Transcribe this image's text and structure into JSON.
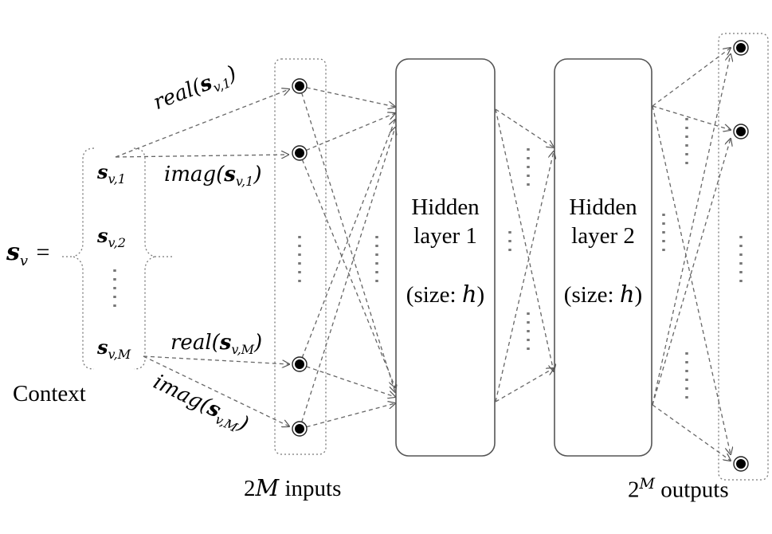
{
  "context": {
    "sv_lhs": "s",
    "sv_lhs_sub": "v",
    "equals": "=",
    "entries": [
      {
        "base": "s",
        "sub": "v,1"
      },
      {
        "base": "s",
        "sub": "v,2"
      },
      {
        "base": "s",
        "sub": "v,M"
      }
    ],
    "vdots": "⋮",
    "label": "Context"
  },
  "edges": {
    "real1": {
      "fn": "real(",
      "base": "s",
      "sub": "v,1",
      "close": ")"
    },
    "imag1": {
      "fn": "imag(",
      "base": "s",
      "sub": "v,1",
      "close": ")"
    },
    "realM": {
      "fn": "real(",
      "base": "s",
      "sub": "v,M",
      "close": ")"
    },
    "imagM": {
      "fn": "imag(",
      "base": "s",
      "sub": "v,M",
      "close": ")"
    }
  },
  "inputs": {
    "label_num": "2",
    "label_var": "M",
    "label_text": " inputs"
  },
  "hidden1": {
    "line1": "Hidden",
    "line2": "layer 1",
    "size_prefix": "(size: ",
    "size_var": "h",
    "size_suffix": ")"
  },
  "hidden2": {
    "line1": "Hidden",
    "line2": "layer 2",
    "size_prefix": "(size: ",
    "size_var": "h",
    "size_suffix": ")"
  },
  "outputs": {
    "label_base": "2",
    "label_sup": "M",
    "label_text": " outputs"
  }
}
